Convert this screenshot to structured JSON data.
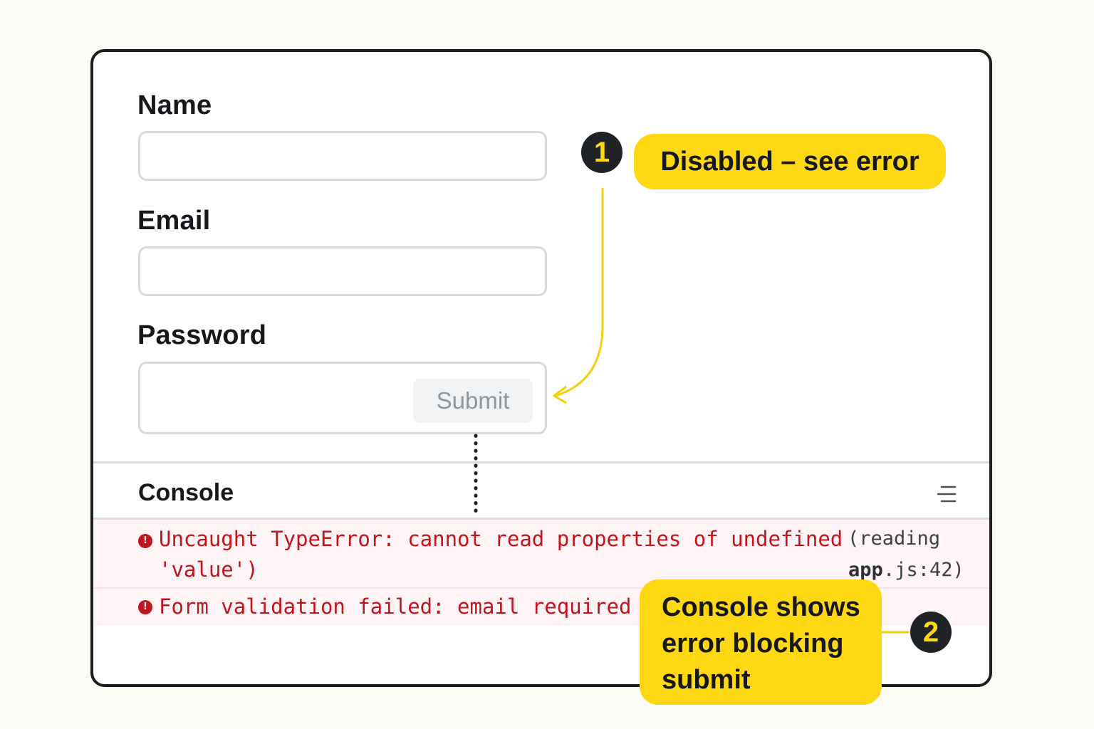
{
  "form": {
    "name_label": "Name",
    "email_label": "Email",
    "password_label": "Password",
    "submit_label": "Submit"
  },
  "console": {
    "title": "Console",
    "errors": [
      {
        "message_line1": "Uncaught TypeError: cannot read properties of undefined",
        "message_line2": "'value')",
        "meta_reading": "(reading",
        "meta_file": "app",
        "meta_location": ".js:42)"
      },
      {
        "message_line1": "Form validation failed: email required"
      }
    ]
  },
  "annotations": [
    {
      "number": "1",
      "text": "Disabled – see error"
    },
    {
      "number": "2",
      "text": "Console shows error blocking submit"
    }
  ],
  "icons": {
    "error": "error-circle-icon",
    "menu": "menu-lines-icon",
    "arrow": "curved-arrow-icon"
  },
  "colors": {
    "highlight": "#ffd814",
    "badge": "#1f2226",
    "error": "#c2141d",
    "error_row_bg": "#fff4f5",
    "border": "#1c1d20"
  }
}
